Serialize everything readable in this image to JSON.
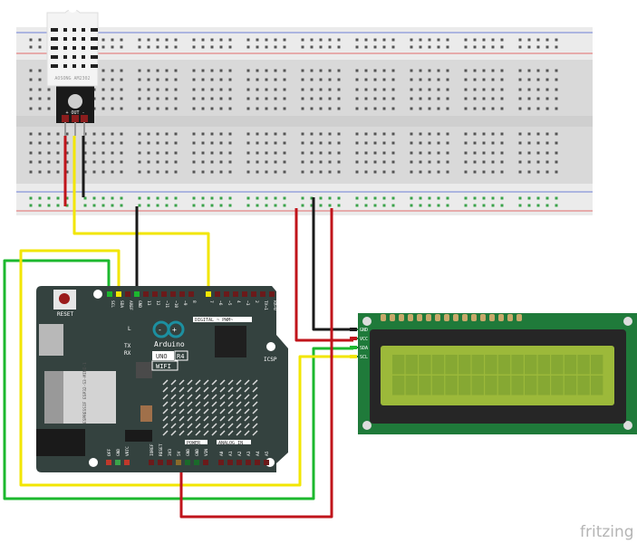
{
  "sensor": {
    "label": "AOSONG AM2302",
    "pin_labels": [
      "+",
      "OUT",
      "-"
    ]
  },
  "arduino": {
    "reset_label": "RESET",
    "brand": "Arduino",
    "model": "UNO",
    "rev": "R4",
    "variant": "WIFI",
    "module_label": "ESPRESSIF ESP32-S3-MINI-1",
    "digital_header": "DIGITAL ~ PWM~",
    "power_header": "POWER",
    "analog_header": "ANALOG IN",
    "icsp_label": "ICSP",
    "tx_label": "TX",
    "rx_label": "RX",
    "l_label": "L",
    "top_pins": [
      "SCL",
      "SDA",
      "AREF",
      "GND",
      "13",
      "12",
      "~11",
      "~10",
      "~9",
      "8",
      "7",
      "~6",
      "~5",
      "4",
      "~3",
      "2",
      "TX➔1",
      "RX←0"
    ],
    "bottom_pins": [
      "IOREF",
      "RESET",
      "3V3",
      "5V",
      "GND",
      "GND",
      "VIN",
      "A0",
      "A1",
      "A2",
      "A3",
      "A4",
      "A5"
    ],
    "off_pins": [
      "OFF",
      "GND",
      "VRTC"
    ]
  },
  "lcd": {
    "pin_labels": [
      "GND",
      "VCC",
      "SDA",
      "SCL"
    ]
  },
  "wire_colors": {
    "red": "#c0141b",
    "black": "#1a1a1a",
    "yellow": "#f2e600",
    "green": "#1cb82e"
  },
  "logo": "fritzing"
}
